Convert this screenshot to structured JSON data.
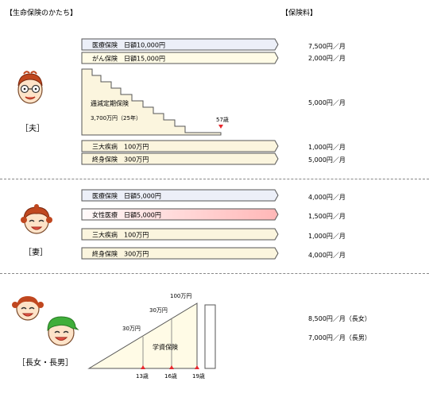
{
  "header": {
    "left": "【生命保険のかたち】",
    "right": "【保険料】"
  },
  "colors": {
    "blue_fill": "#eceff8",
    "pale_yellow": "#fffbe6",
    "light_yellow": "#fbf5de",
    "pink_gradient_end": "#ffb7b7",
    "arrow_stroke": "#555555",
    "marker_red": "#e8282e",
    "divider": "#888888"
  },
  "sections": {
    "husband": {
      "label": "［夫］",
      "policies": [
        {
          "text": "医療保険　日額10,000円",
          "fee": "7,500円／月"
        },
        {
          "text": "がん保険　日額15,000円",
          "fee": "2,000円／月"
        },
        {
          "text": "逓減定期保険",
          "detail": "3,700万円（25年）",
          "age_marker": "57歳",
          "fee": "5,000円／月"
        },
        {
          "text": "三大疾病　100万円",
          "fee": "1,000円／月"
        },
        {
          "text": "終身保険　300万円",
          "fee": "5,000円／月"
        }
      ]
    },
    "wife": {
      "label": "［妻］",
      "policies": [
        {
          "text": "医療保険　日額5,000円",
          "fee": "4,000円／月"
        },
        {
          "text": "女性医療　日額5,000円",
          "fee": "1,500円／月"
        },
        {
          "text": "三大疾病　100万円",
          "fee": "1,000円／月"
        },
        {
          "text": "終身保険　300万円",
          "fee": "4,000円／月"
        }
      ]
    },
    "children": {
      "label": "［長女・長男］",
      "policy_name": "学資保険",
      "amounts": [
        "30万円",
        "30万円",
        "100万円"
      ],
      "ages": [
        "13歳",
        "16歳",
        "19歳"
      ],
      "fees": [
        "8,500円／月（長女）",
        "7,000円／月（長男）"
      ]
    }
  }
}
